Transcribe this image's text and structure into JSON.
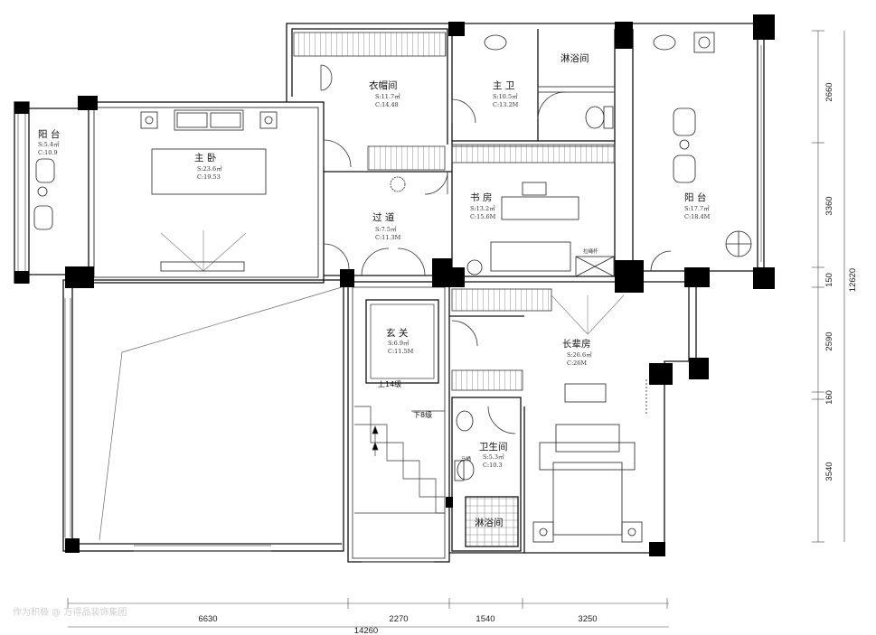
{
  "rooms": {
    "master_bedroom": {
      "name": "主 卧",
      "area": "S:23.6㎡",
      "perimeter": "C:19.53"
    },
    "cloakroom": {
      "name": "衣帽间",
      "area": "S:11.7㎡",
      "perimeter": "C:14.48"
    },
    "master_bath": {
      "name": "主 卫",
      "area": "S:10.5㎡",
      "perimeter": "C:13.2M"
    },
    "shower_top": {
      "name": "淋浴间"
    },
    "balcony_left": {
      "name": "阳 台",
      "area": "S:5.4㎡",
      "perimeter": "C:10.9"
    },
    "balcony_right": {
      "name": "阳 台",
      "area": "S:17.7㎡",
      "perimeter": "C:18.4M"
    },
    "study": {
      "name": "书 房",
      "area": "S:13.2㎡",
      "perimeter": "C:15.6M"
    },
    "corridor": {
      "name": "过 道",
      "area": "S:7.5㎡",
      "perimeter": "C:11.3M"
    },
    "foyer": {
      "name": "玄 关",
      "area": "S:6.9㎡",
      "perimeter": "C:11.5M"
    },
    "elder_room": {
      "name": "长辈房",
      "area": "S:26.6㎡",
      "perimeter": "C:26M"
    },
    "bathroom": {
      "name": "卫生间",
      "area": "S:5.3㎡",
      "perimeter": "C:10.3"
    },
    "shower_bottom": {
      "name": "淋浴间"
    }
  },
  "labels": {
    "stairs_up": "上14级",
    "stairs_down": "下8级",
    "small_note": "拉绳杆",
    "toilet_note": "马桶"
  },
  "dimensions": {
    "right": [
      "2660",
      "3360",
      "150",
      "12620",
      "2590",
      "160",
      "3540"
    ],
    "bottom": [
      "6630",
      "2270",
      "1540",
      "3250"
    ],
    "total": "14260"
  },
  "watermark": "作为积极 @ 万得品装饰集团"
}
